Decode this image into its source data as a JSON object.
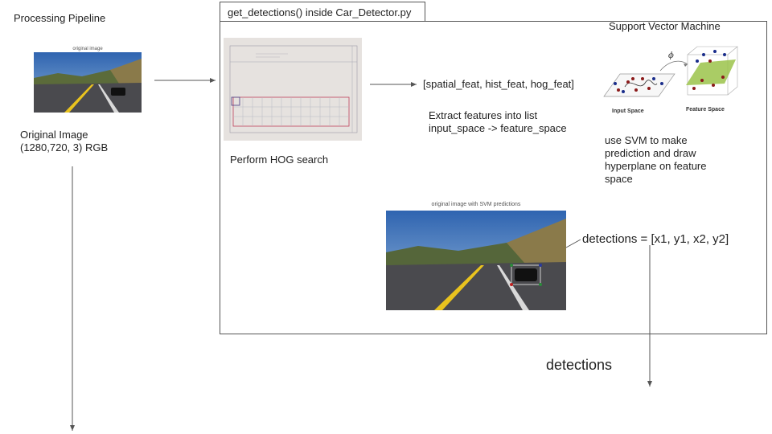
{
  "pipeline_title": "Processing Pipeline",
  "original": {
    "caption": "Original Image",
    "size": "(1280,720, 3) RGB",
    "thumb_title": "original image"
  },
  "detector": {
    "tab_label": "get_detections() inside Car_Detector.py",
    "hog_label": "Perform HOG search",
    "features_list": "[spatial_feat, hist_feat, hog_feat]",
    "extract_line1": "Extract features into list",
    "extract_line2": "input_space -> feature_space",
    "svm_title": "Support Vector Machine",
    "svm_input_space": "Input Space",
    "svm_feature_space": "Feature Space",
    "svm_phi": "ϕ",
    "svm_desc": "use SVM to make prediction and draw hyperplane on feature space",
    "pred_thumb_title": "original image with SVM predictions",
    "detections_eq": "detections = [x1, y1, x2, y2]"
  },
  "output_label": "detections",
  "colors": {
    "line": "#555555",
    "sky": "#3d6fb3",
    "road": "#4a4a4e",
    "lane_yellow": "#e9c31e",
    "paper": "#e9e6e3",
    "grid_red": "#c0405a"
  }
}
